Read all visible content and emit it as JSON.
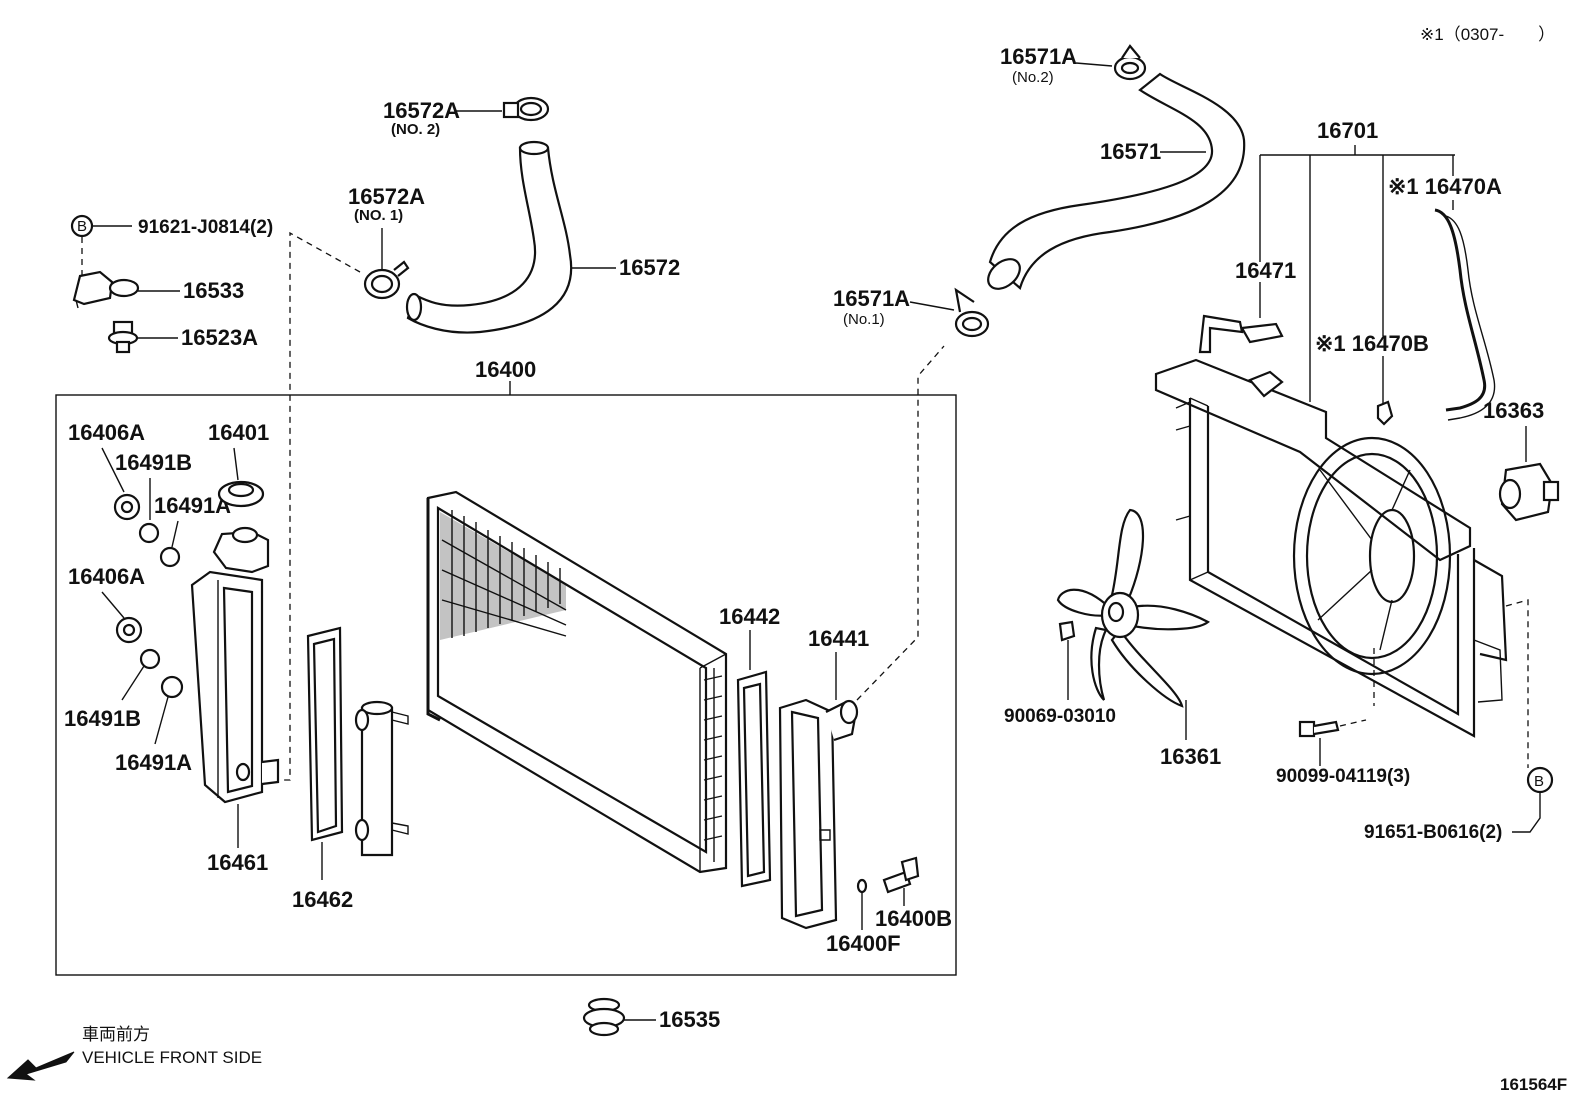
{
  "header": {
    "note": "※1（0307-　　）"
  },
  "footer": {
    "vehicle_front_jp": "車両前方",
    "vehicle_front_en": "VEHICLE FRONT SIDE",
    "diagram_code": "161564F"
  },
  "callout_symbols": {
    "b": "B"
  },
  "parts": {
    "p16572A_2": "16572A",
    "p16572A_2_sub": "(NO. 2)",
    "p16572A_1": "16572A",
    "p16572A_1_sub": "(NO. 1)",
    "p16572": "16572",
    "p91621": "91621-J0814(2)",
    "p16533": "16533",
    "p16523A": "16523A",
    "p16400": "16400",
    "p16406A_top": "16406A",
    "p16401": "16401",
    "p16491B_top": "16491B",
    "p16491A_top": "16491A",
    "p16406A_bot": "16406A",
    "p16491B_bot": "16491B",
    "p16491A_bot": "16491A",
    "p16461": "16461",
    "p16462": "16462",
    "p16442": "16442",
    "p16441": "16441",
    "p16400B": "16400B",
    "p16400F": "16400F",
    "p16535": "16535",
    "p16571A_2": "16571A",
    "p16571A_2_sub": "(No.2)",
    "p16571": "16571",
    "p16571A_1": "16571A",
    "p16571A_1_sub": "(No.1)",
    "p16701": "16701",
    "p16470A": "※1 16470A",
    "p16471": "16471",
    "p16470B": "※1 16470B",
    "p16363": "16363",
    "p90069": "90069-03010",
    "p16361": "16361",
    "p90099": "90099-04119(3)",
    "p91651": "91651-B0616(2)"
  }
}
